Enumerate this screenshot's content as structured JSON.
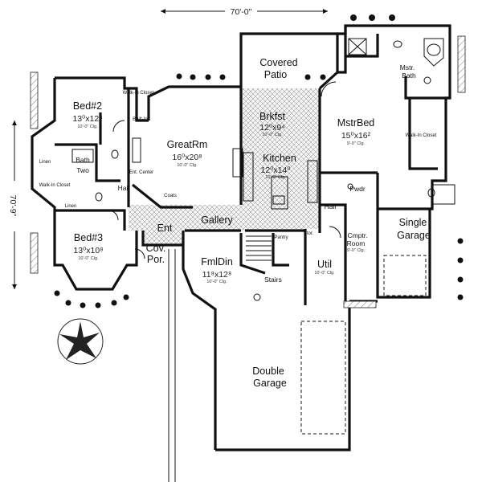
{
  "dimensions": {
    "width": "70'-0\"",
    "depth": "70'-9\""
  },
  "rooms": {
    "bed2": {
      "name": "Bed#2",
      "size": "13⁰x12⁸",
      "ceiling": "10'-0\" Clg."
    },
    "bath_two": {
      "name": "Bath\nTwo",
      "line1": "Bath",
      "line2": "Two"
    },
    "bed3": {
      "name": "Bed#3",
      "size": "13⁰x10⁸",
      "ceiling": "10'-0\" Clg."
    },
    "great_rm": {
      "name": "GreatRm",
      "size": "16⁰x20⁸",
      "ceiling": "10'-0\" Clg."
    },
    "brkfst": {
      "name": "Brkfst",
      "size": "12⁰x9⁴",
      "ceiling": "10'-0\" Clg."
    },
    "kitchen": {
      "name": "Kitchen",
      "size": "12⁰x14⁰",
      "ceiling": "10'-0\" Clg."
    },
    "covered_patio": {
      "line1": "Covered",
      "line2": "Patio"
    },
    "mstr_bed": {
      "name": "MstrBed",
      "size": "15⁰x16²",
      "ceiling": "9'-0\" Clg."
    },
    "mstr_bath": {
      "line1": "Mstr.",
      "line2": "Bath"
    },
    "single_garage": {
      "line1": "Single",
      "line2": "Garage"
    },
    "double_garage": {
      "line1": "Double",
      "line2": "Garage"
    },
    "fml_din": {
      "name": "FmlDin",
      "size": "11⁸x12⁸",
      "ceiling": "10'-0\" Clg."
    },
    "gallery": {
      "name": "Gallery"
    },
    "ent": {
      "name": "Ent"
    },
    "cov_por": {
      "line1": "Cov.",
      "line2": "Por."
    },
    "hall_left": {
      "name": "Hall"
    },
    "hall_right": {
      "name": "Hall"
    },
    "util": {
      "name": "Util",
      "ceiling": "10'-0\" Clg."
    },
    "cmptr_room": {
      "line1": "Cmptr.",
      "line2": "Room",
      "ceiling": "9'-0\" Clg."
    },
    "pwdr": {
      "name": "Pwdr"
    },
    "stairs": {
      "name": "Stairs"
    }
  },
  "small_labels": {
    "walk_in_closet_top": "Walk-In Closet",
    "walk_in_closet_left": "Walk-In Closet",
    "walk_in_closet_master": "Walk-In Closet",
    "linen_top": "Linen",
    "linen_bottom": "Linen",
    "built_ins": "Built-Ins",
    "ent_center": "Ent. Center",
    "coats": "Coats",
    "pantry": "Pantry",
    "stor": "Stor."
  }
}
